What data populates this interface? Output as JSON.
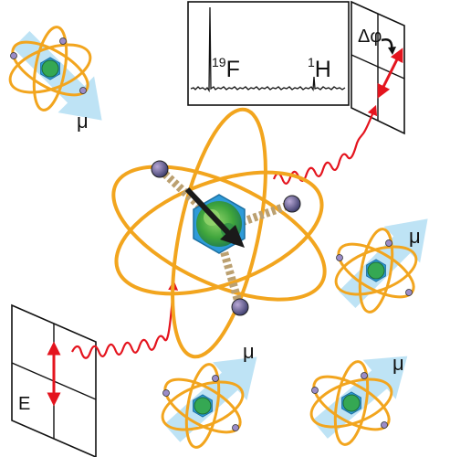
{
  "spectrum": {
    "peak_f_iso": "19",
    "peak_f_el": "F",
    "peak_h_iso": "1",
    "peak_h_el": "H"
  },
  "phase_label": "Δφ",
  "field_label": "E",
  "mu_label": "μ",
  "colors": {
    "orbit": "#F2A51E",
    "mu_arrow": "#B3DEF3",
    "wave": "#E4141E",
    "nucleus_green": "#35A853",
    "electron": "#3B3B6B",
    "spin_arrow": "#1A1A1A"
  }
}
